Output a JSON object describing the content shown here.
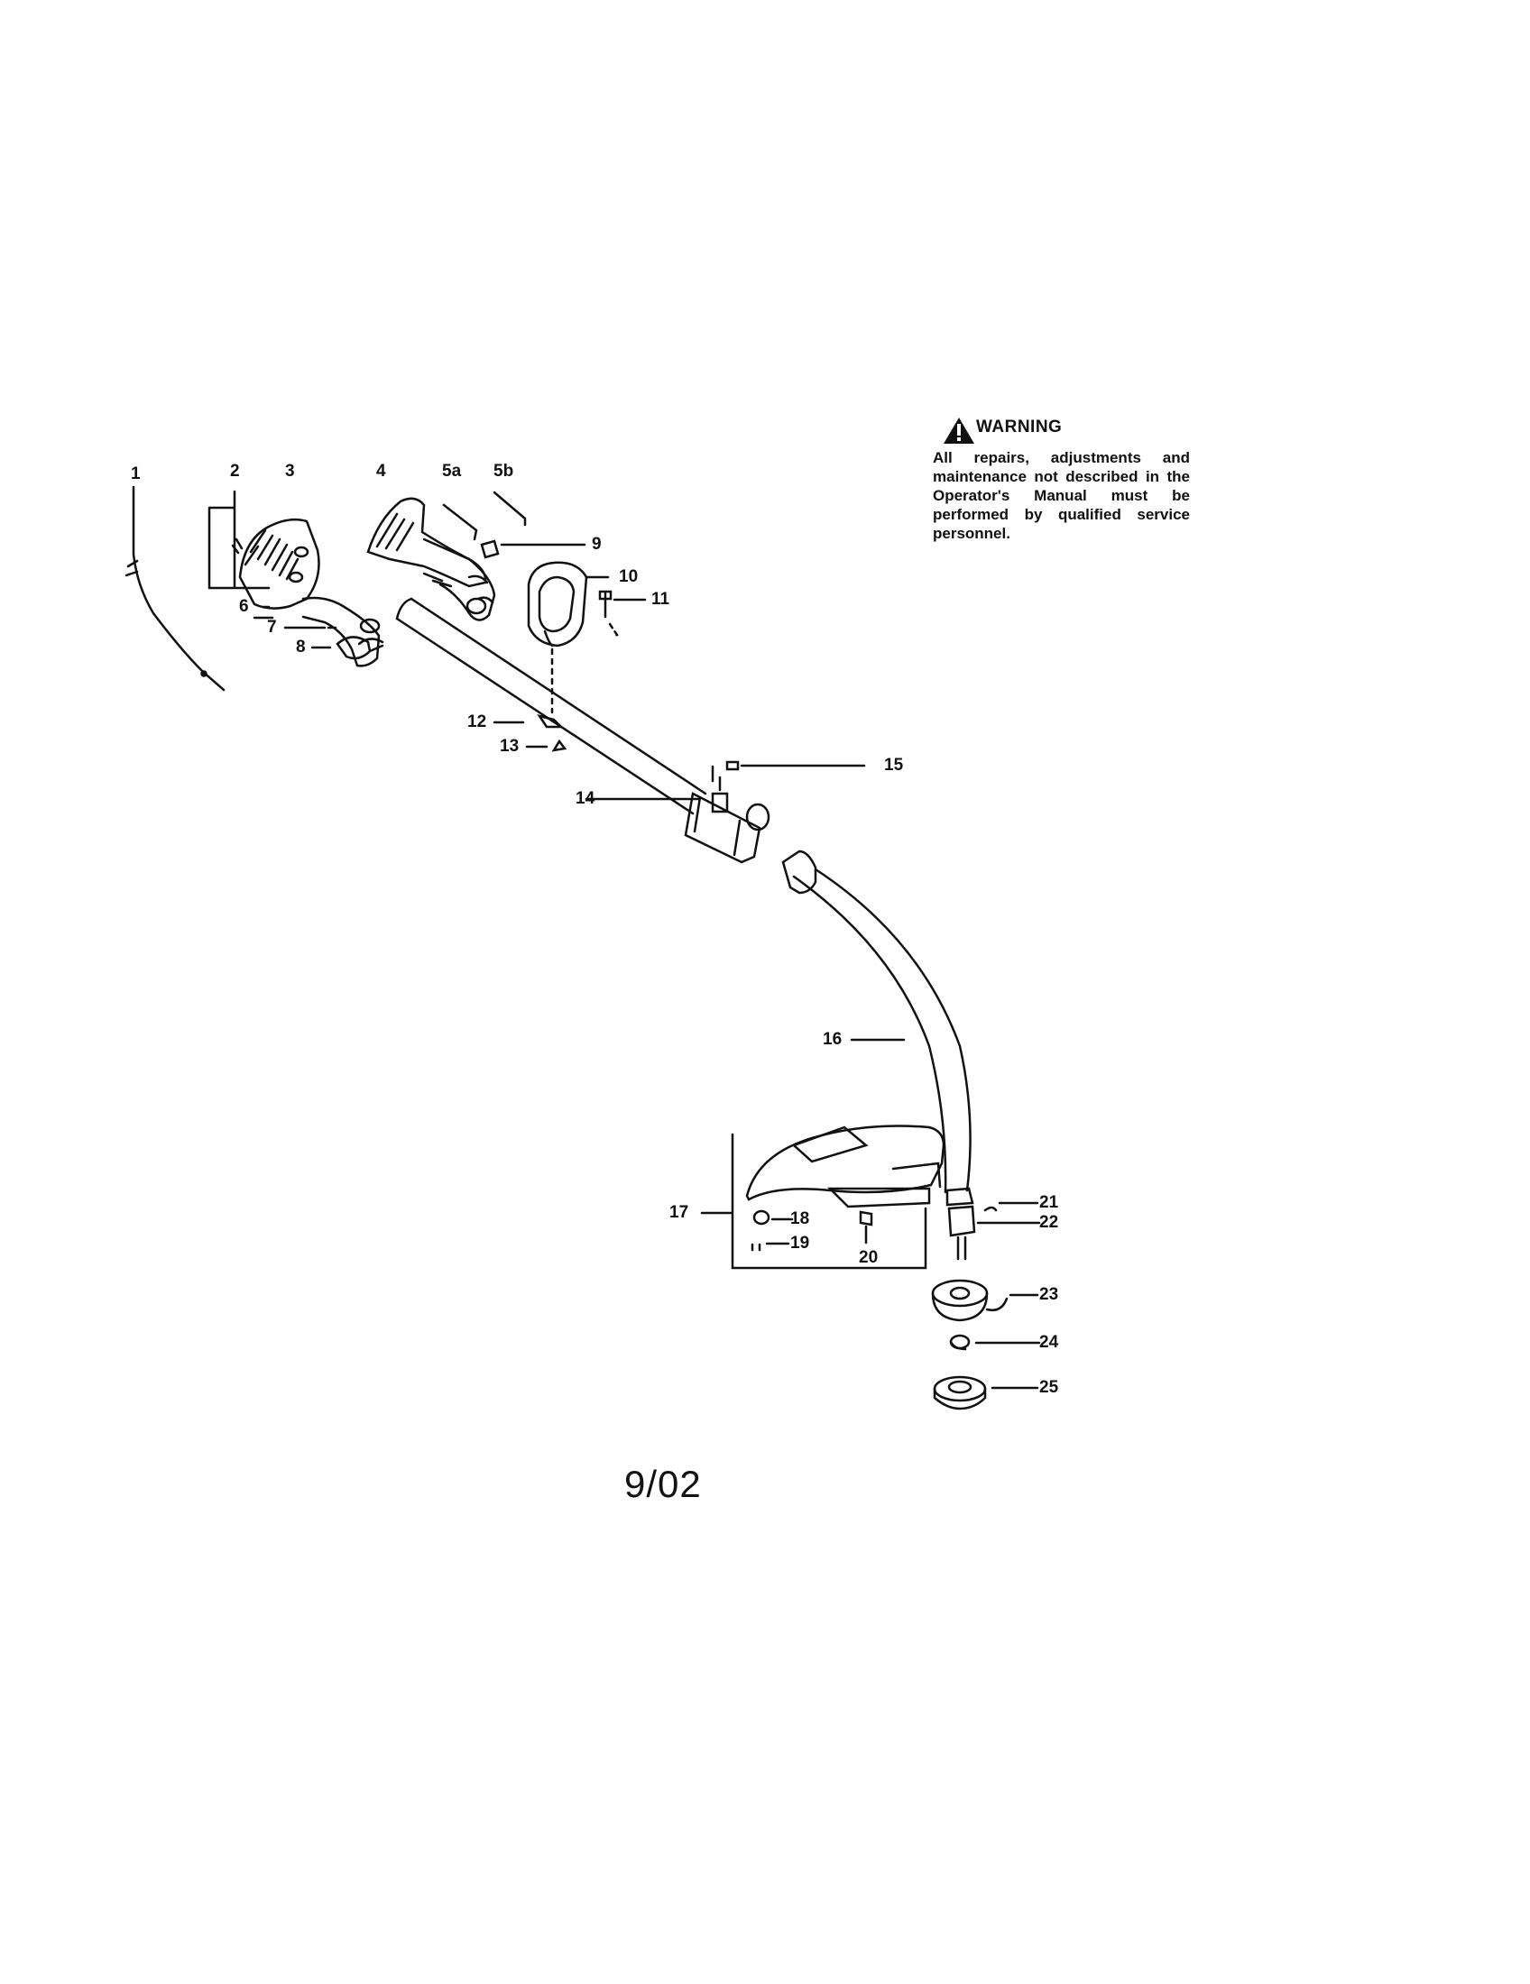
{
  "warning": {
    "icon": "warning-triangle-icon",
    "title": "WARNING",
    "text": "All repairs, adjustments and maintenance not described in the Operator's Manual must be performed by qualified service personnel."
  },
  "date_code": "9/02",
  "parts": {
    "p1": "1",
    "p2": "2",
    "p3": "3",
    "p4": "4",
    "p5a": "5a",
    "p5b": "5b",
    "p6": "6",
    "p7": "7",
    "p8": "8",
    "p9": "9",
    "p10": "10",
    "p11": "11",
    "p12": "12",
    "p13": "13",
    "p14": "14",
    "p15": "15",
    "p16": "16",
    "p17": "17",
    "p18": "18",
    "p19": "19",
    "p20": "20",
    "p21": "21",
    "p22": "22",
    "p23": "23",
    "p24": "24",
    "p25": "25"
  }
}
